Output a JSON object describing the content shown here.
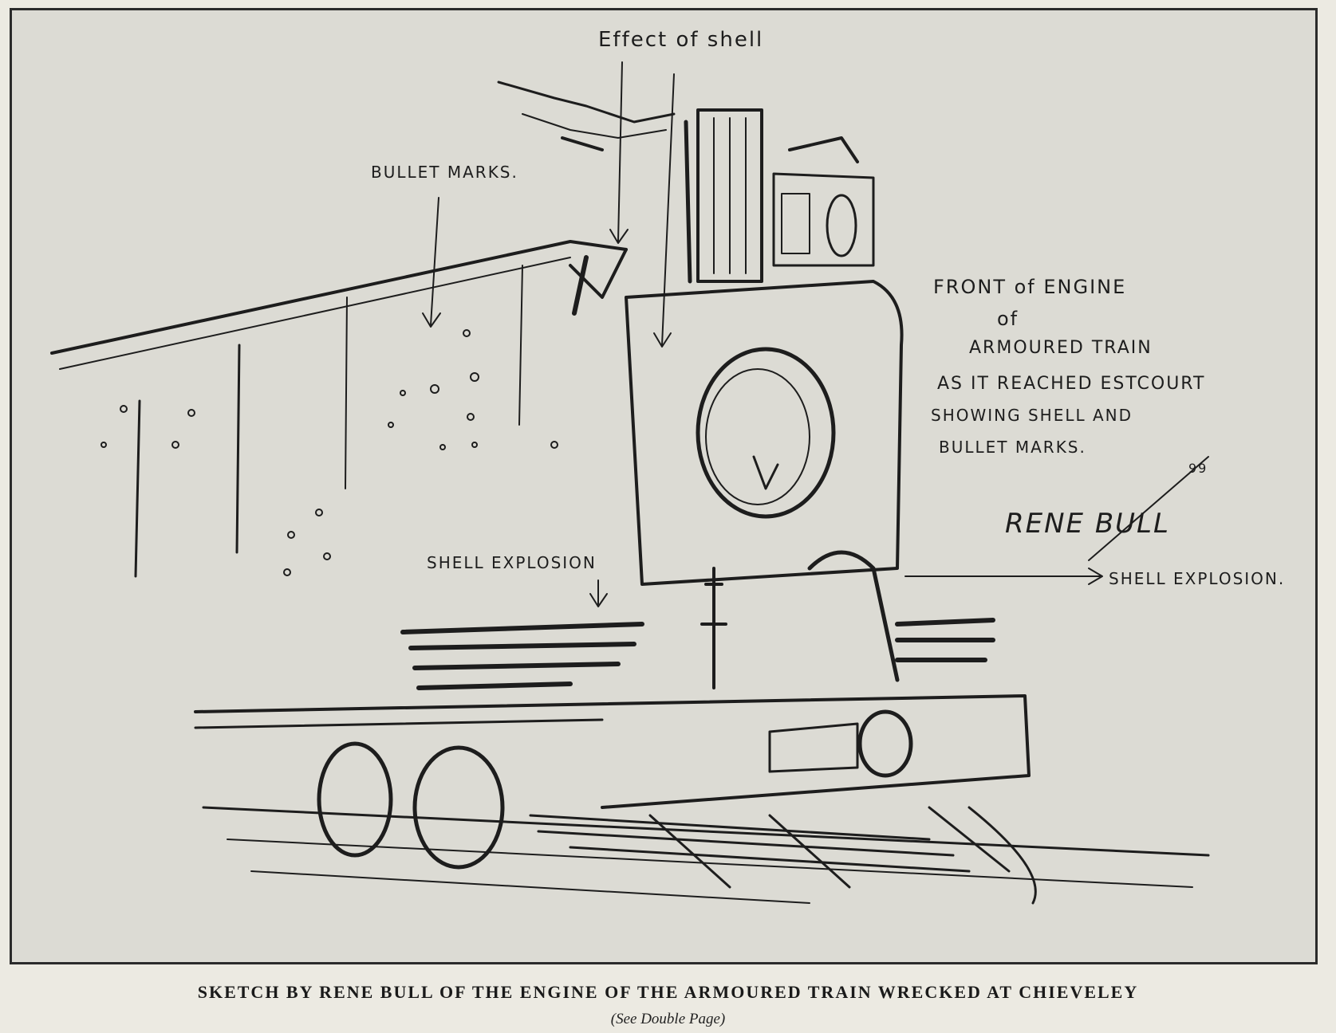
{
  "sketch": {
    "annotations": {
      "effect_of_shell": "Effect of shell",
      "bullet_marks": "BULLET MARKS.",
      "shell_explosion_left": "SHELL EXPLOSION",
      "shell_explosion_right": "SHELL EXPLOSION.",
      "front_line1": "FRONT of ENGINE",
      "front_line2": "of",
      "front_line3": "ARMOURED TRAIN",
      "front_line4": "AS IT REACHED ESTCOURT",
      "front_line5": "SHOWING SHELL AND",
      "front_line6": "BULLET MARKS."
    },
    "signature": "RENE BULL",
    "signature_year": "99"
  },
  "caption": {
    "title": "SKETCH BY RENE BULL OF THE ENGINE OF THE ARMOURED TRAIN WRECKED AT CHIEVELEY",
    "subtitle": "(See Double Page)"
  },
  "colors": {
    "paper": "#dcdbd4",
    "ink": "#1d1d1d"
  }
}
